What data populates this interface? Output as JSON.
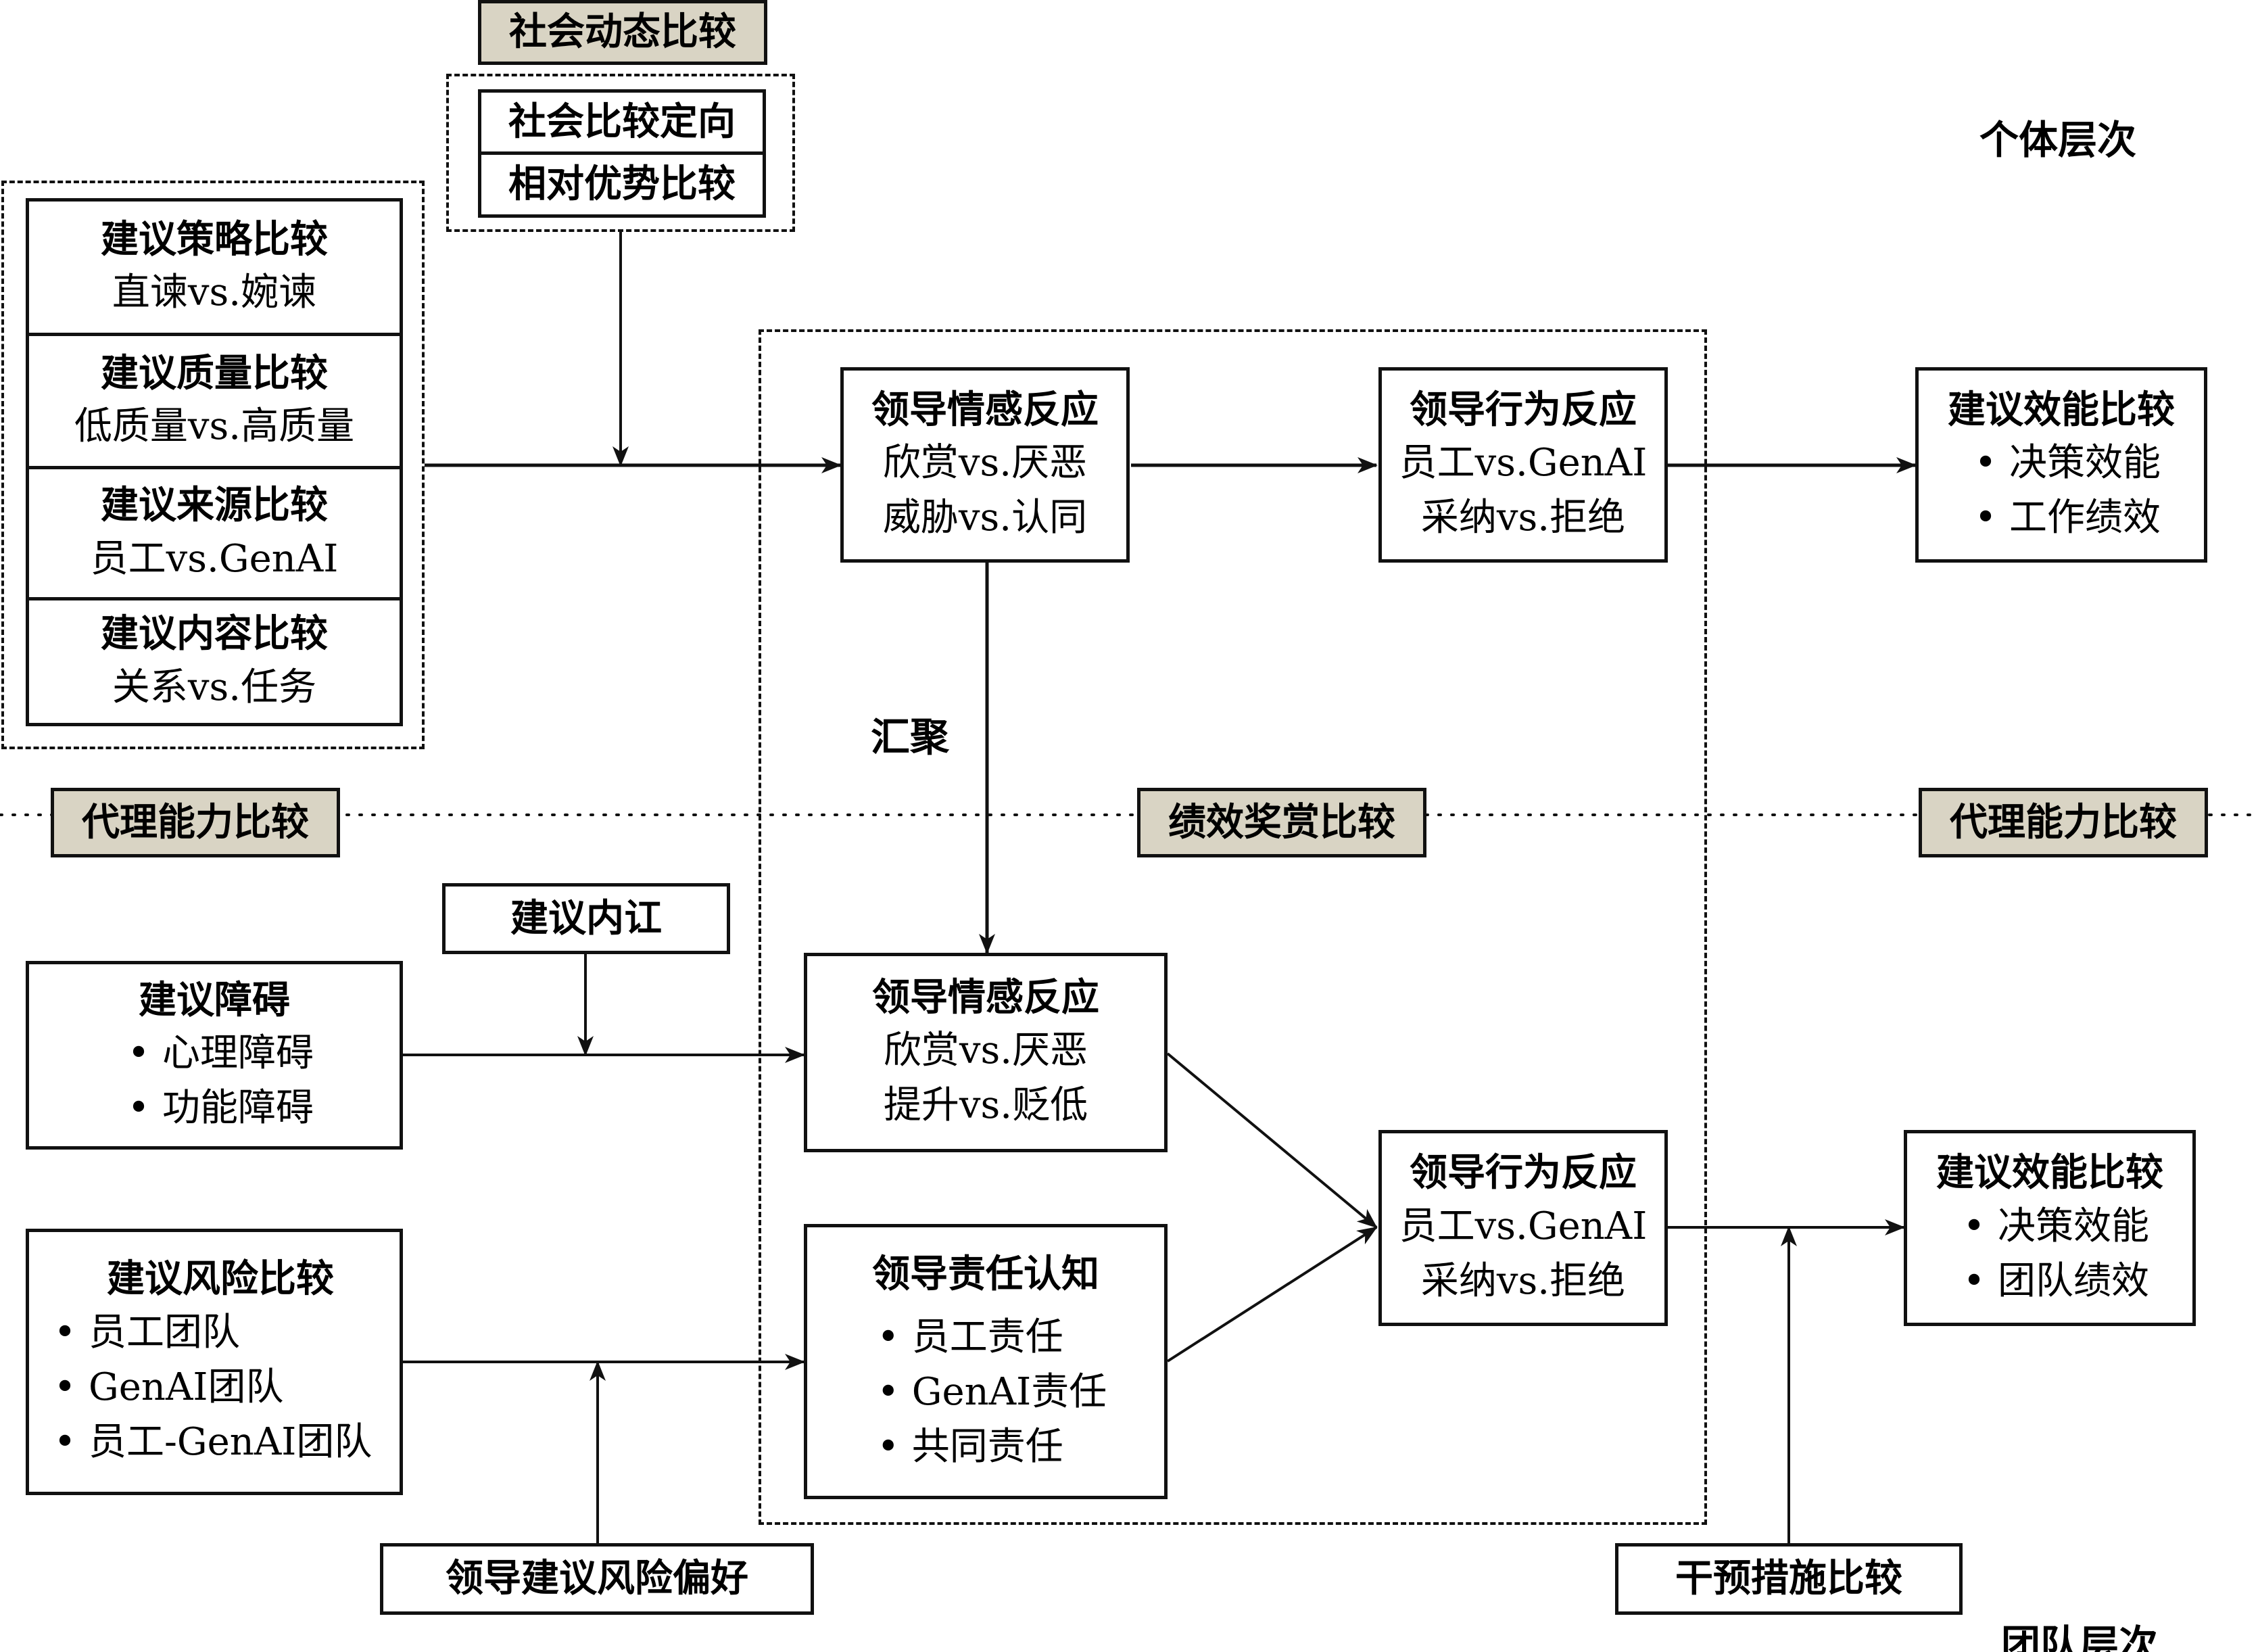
{
  "diagram": {
    "level_labels": {
      "individual": "个体层次",
      "team": "团队层次"
    },
    "converge_label": "汇聚",
    "social_dynamics": {
      "tag": "社会动态比较",
      "items": [
        "社会比较定向",
        "相对优势比较"
      ]
    },
    "advice_comparisons": [
      {
        "title": "建议策略比较",
        "detail": "直谏vs.婉谏"
      },
      {
        "title": "建议质量比较",
        "detail": "低质量vs.高质量"
      },
      {
        "title": "建议来源比较",
        "detail": "员工vs.GenAI"
      },
      {
        "title": "建议内容比较",
        "detail": "关系vs.任务"
      }
    ],
    "individual_emotion": {
      "title": "领导情感反应",
      "lines": [
        "欣赏vs.厌恶",
        "威胁vs.认同"
      ]
    },
    "individual_behavior": {
      "title": "领导行为反应",
      "lines": [
        "员工vs.GenAI",
        "采纳vs.拒绝"
      ]
    },
    "individual_outcome": {
      "title": "建议效能比较",
      "items": [
        "决策效能",
        "工作绩效"
      ]
    },
    "divider_tags": {
      "left": "代理能力比较",
      "center": "绩效奖赏比较",
      "right": "代理能力比较"
    },
    "advice_conflict": {
      "title": "建议内讧"
    },
    "advice_barriers": {
      "title": "建议障碍",
      "items": [
        "心理障碍",
        "功能障碍"
      ]
    },
    "advice_risk": {
      "title": "建议风险比较",
      "items": [
        "员工团队",
        "GenAI团队",
        "员工-GenAI团队"
      ]
    },
    "team_emotion": {
      "title": "领导情感反应",
      "lines": [
        "欣赏vs.厌恶",
        "提升vs.贬低"
      ]
    },
    "team_responsibility": {
      "title": "领导责任认知",
      "items": [
        "员工责任",
        "GenAI责任",
        "共同责任"
      ]
    },
    "team_behavior": {
      "title": "领导行为反应",
      "lines": [
        "员工vs.GenAI",
        "采纳vs.拒绝"
      ]
    },
    "team_outcome": {
      "title": "建议效能比较",
      "items": [
        "决策效能",
        "团队绩效"
      ]
    },
    "risk_preference": {
      "title": "领导建议风险偏好"
    },
    "intervention": {
      "title": "干预措施比较"
    },
    "bullet_glyph": "•",
    "colors": {
      "tag_fill": "#d9d4c4",
      "stroke": "#111111"
    }
  }
}
